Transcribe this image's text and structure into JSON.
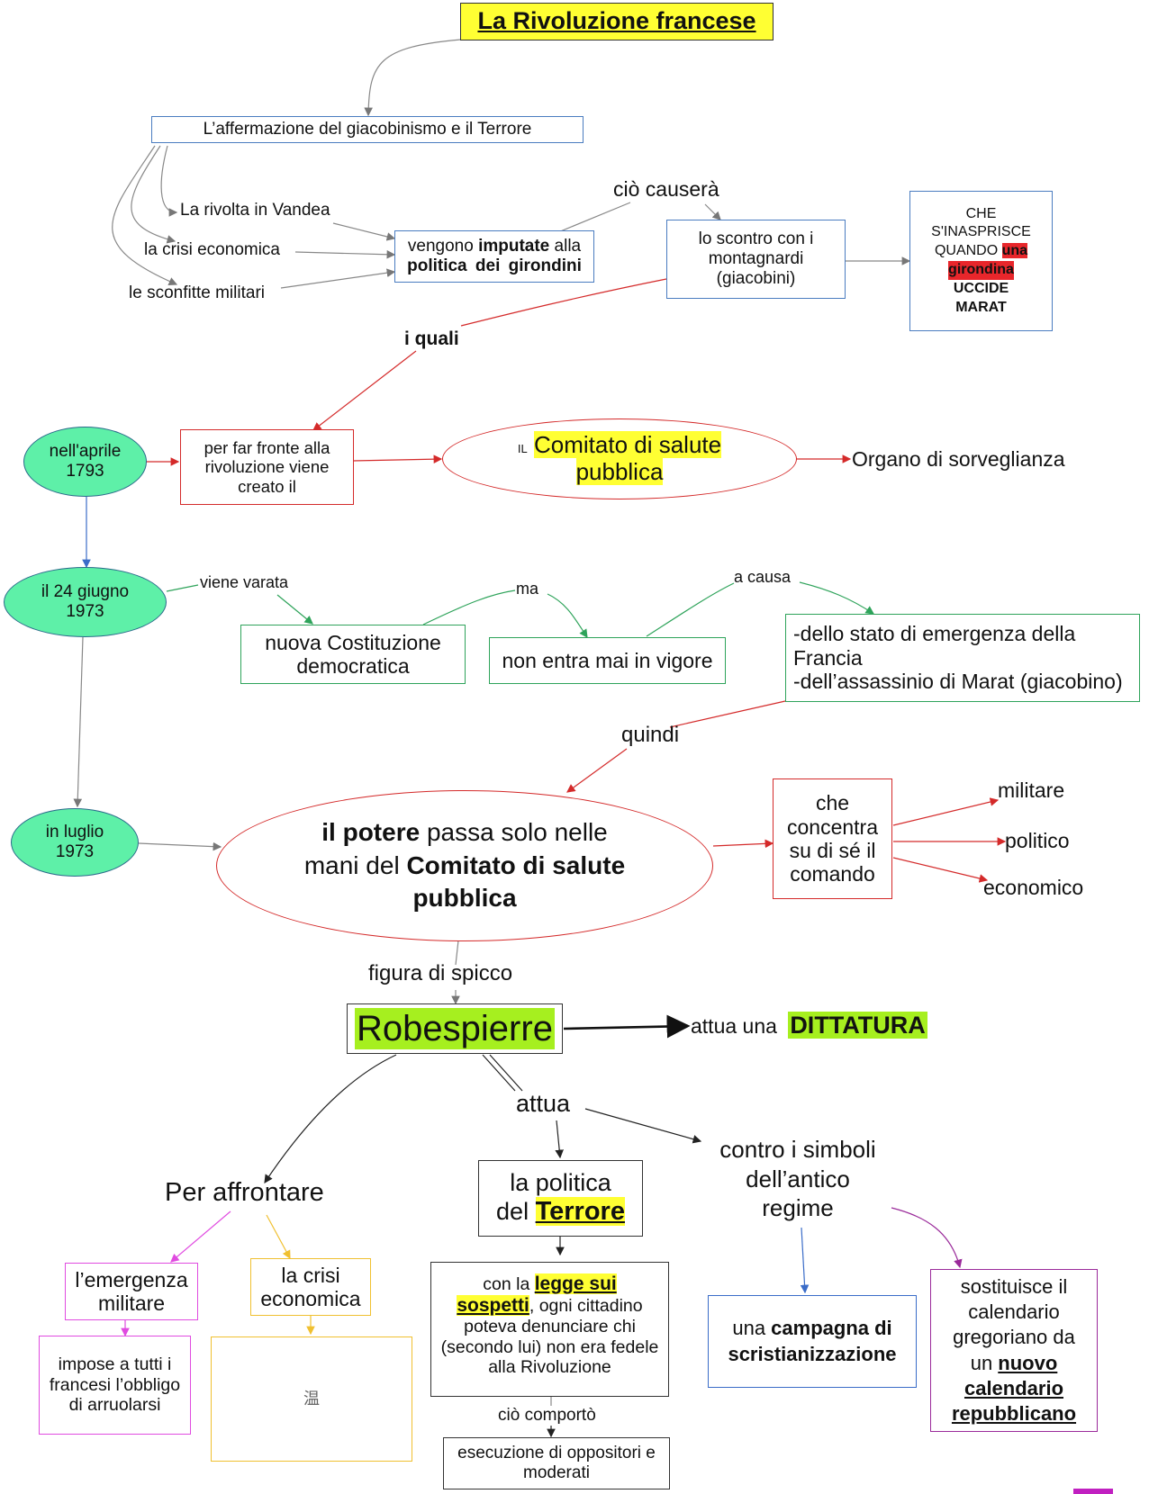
{
  "title": "La Rivoluzione francese",
  "colors": {
    "title_bg": "#ffff33",
    "blue_border": "#4a7cc0",
    "red_border": "#d42a2a",
    "green_border": "#2ea35a",
    "teal_fill": "#5ef0a8",
    "lime_highlight": "#a6ef1f",
    "magenta_border": "#e04be0",
    "yellow_border": "#f0c030",
    "purple_border": "#9a2a9a"
  },
  "top": {
    "main_topic": "L’affermazione del giacobinismo e il Terrore",
    "causes": [
      "La rivolta in Vandea",
      "la crisi economica",
      "le sconfitte militari"
    ],
    "imputate": {
      "p1": "vengono ",
      "p2": "imputate",
      "p3": " alla",
      "p4": "politica dei girondini"
    },
    "link_ciocausera": "ciò causerà",
    "scontro": "lo scontro con i montagnardi (giacobini)",
    "marat": {
      "l1": "CHE",
      "l2": "S'INASPRISCE",
      "l3": "QUANDO ",
      "l3h": "una",
      "l4h": "girondina",
      "l5": "UCCIDE",
      "l6": "MARAT"
    },
    "link_iquali": "i quali"
  },
  "april": {
    "date": "nell'aprile 1793",
    "box": "per far fronte alla rivoluzione viene creato il",
    "comitato_prefix": "IL",
    "comitato": "Comitato di salute pubblica",
    "organo": "Organo di sorveglianza"
  },
  "june": {
    "date": "il 24 giugno 1973",
    "link_varata": "viene varata",
    "costituzione": "nuova Costituzione democratica",
    "link_ma": "ma",
    "vigore": "non entra mai in vigore",
    "link_acausa": "a causa",
    "reasons": [
      "-dello stato di emergenza della Francia",
      "-dell’assassinio di Marat (giacobino)"
    ],
    "link_quindi": "quindi"
  },
  "july": {
    "date": "in luglio 1973",
    "potere": {
      "b1": "il potere",
      "t1": " passa solo nelle mani del ",
      "b2": "Comitato di salute pubblica"
    },
    "concentra": "che concentra su di sé il comando",
    "branches": [
      "militare",
      "politico",
      "economico"
    ]
  },
  "robespierre": {
    "link_figura": "figura di spicco",
    "name": "Robespierre",
    "attua_una": "attua una",
    "dittatura": "DITTATURA",
    "link_attua": "attua"
  },
  "bottom": {
    "per_affrontare": "Per affrontare",
    "emergenza": "l’emergenza militare",
    "imposizione": "impose a tutti i francesi l’obbligo di arruolarsi",
    "crisi": "la crisi economica",
    "crisi_placeholder_glyph": "温",
    "terrore": {
      "p1": "la politica",
      "p2": "del ",
      "p3": "Terrore"
    },
    "legge": {
      "p1": "con la ",
      "h1": "legge sui",
      "h2": "sospetti",
      "p2": ", ogni cittadino poteva denunciare chi (secondo lui) non era fedele alla Rivoluzione"
    },
    "link_comporto": "ciò comportò",
    "esecuzione": "esecuzione di oppositori e moderati",
    "simboli": "contro i simboli dell’antico regime",
    "campagna": {
      "p1": "una ",
      "b1": "campagna di scristianizzazione"
    },
    "calendario": {
      "p1": "sostituisce il calendario gregoriano da un ",
      "b1": "nuovo calendario repubblicano"
    }
  }
}
